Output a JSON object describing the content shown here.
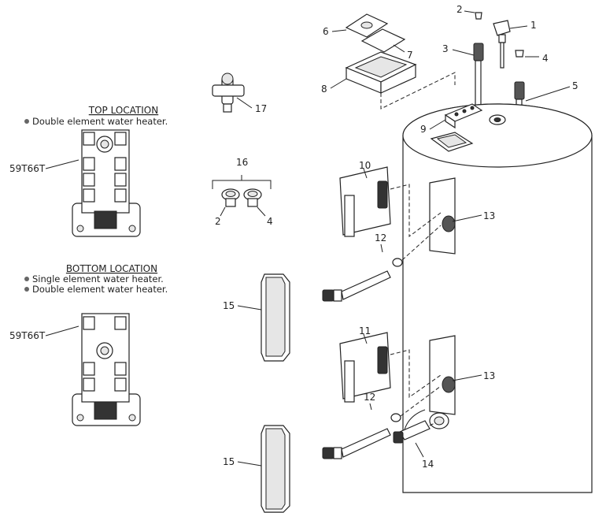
{
  "top_location": {
    "title": "TOP LOCATION",
    "bullets": [
      "Double element water heater."
    ],
    "model": "59T66T"
  },
  "bottom_location": {
    "title": "BOTTOM LOCATION",
    "bullets": [
      "Single element water heater.",
      "Double element water heater."
    ],
    "model": "59T66T"
  },
  "part_labels": {
    "p1": "1",
    "p2": "2",
    "p3": "3",
    "p4": "4",
    "p5": "5",
    "p6": "6",
    "p7": "7",
    "p8": "8",
    "p9": "9",
    "p10": "10",
    "p11": "11",
    "p12_top": "12",
    "p12_bottom": "12",
    "p13_top": "13",
    "p13_bottom": "13",
    "p14": "14",
    "p15_top": "15",
    "p15_bottom": "15",
    "p16": "16",
    "p16_2": "2",
    "p16_4": "4",
    "p17": "17"
  }
}
